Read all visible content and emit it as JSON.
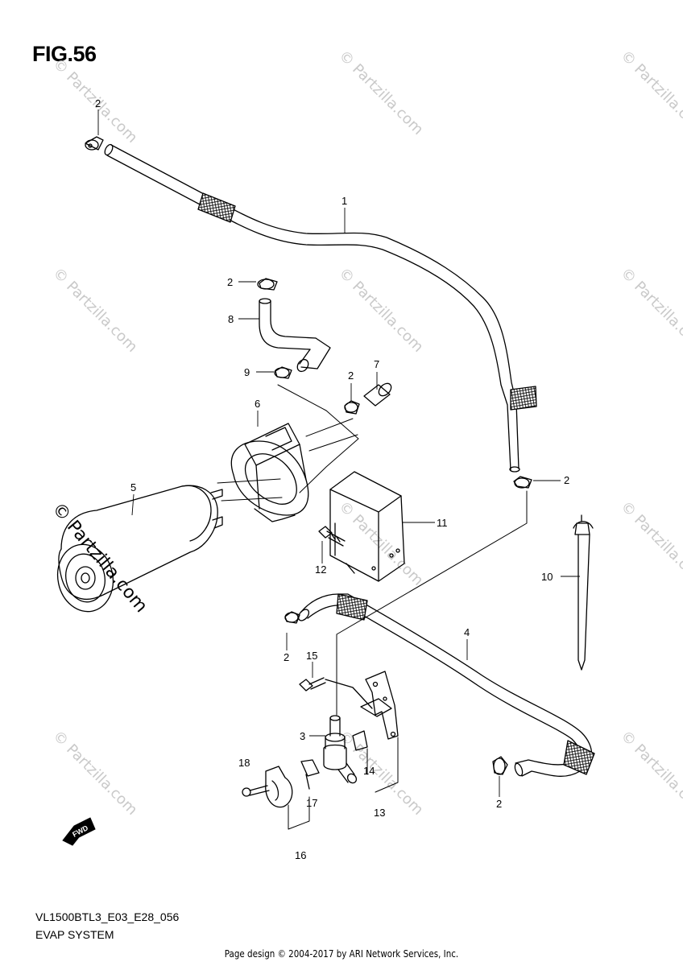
{
  "figure": {
    "title": "FIG.56"
  },
  "watermark": {
    "text": "© Partzilla.com"
  },
  "direction_marker": {
    "label": "FWD"
  },
  "callouts": {
    "c1": "1",
    "c2a": "2",
    "c2b": "2",
    "c2c": "2",
    "c2d": "2",
    "c2e": "2",
    "c2f": "2",
    "c3": "3",
    "c4": "4",
    "c5": "5",
    "c6": "6",
    "c7": "7",
    "c8": "8",
    "c9": "9",
    "c10": "10",
    "c11": "11",
    "c12": "12",
    "c13": "13",
    "c14": "14",
    "c15": "15",
    "c16": "16",
    "c17": "17",
    "c18": "18"
  },
  "drawing": {
    "code": "VL1500BTL3_E03_E28_056",
    "name": "EVAP SYSTEM"
  },
  "footer": {
    "text": "Page design © 2004-2017 by ARI Network Services, Inc."
  }
}
